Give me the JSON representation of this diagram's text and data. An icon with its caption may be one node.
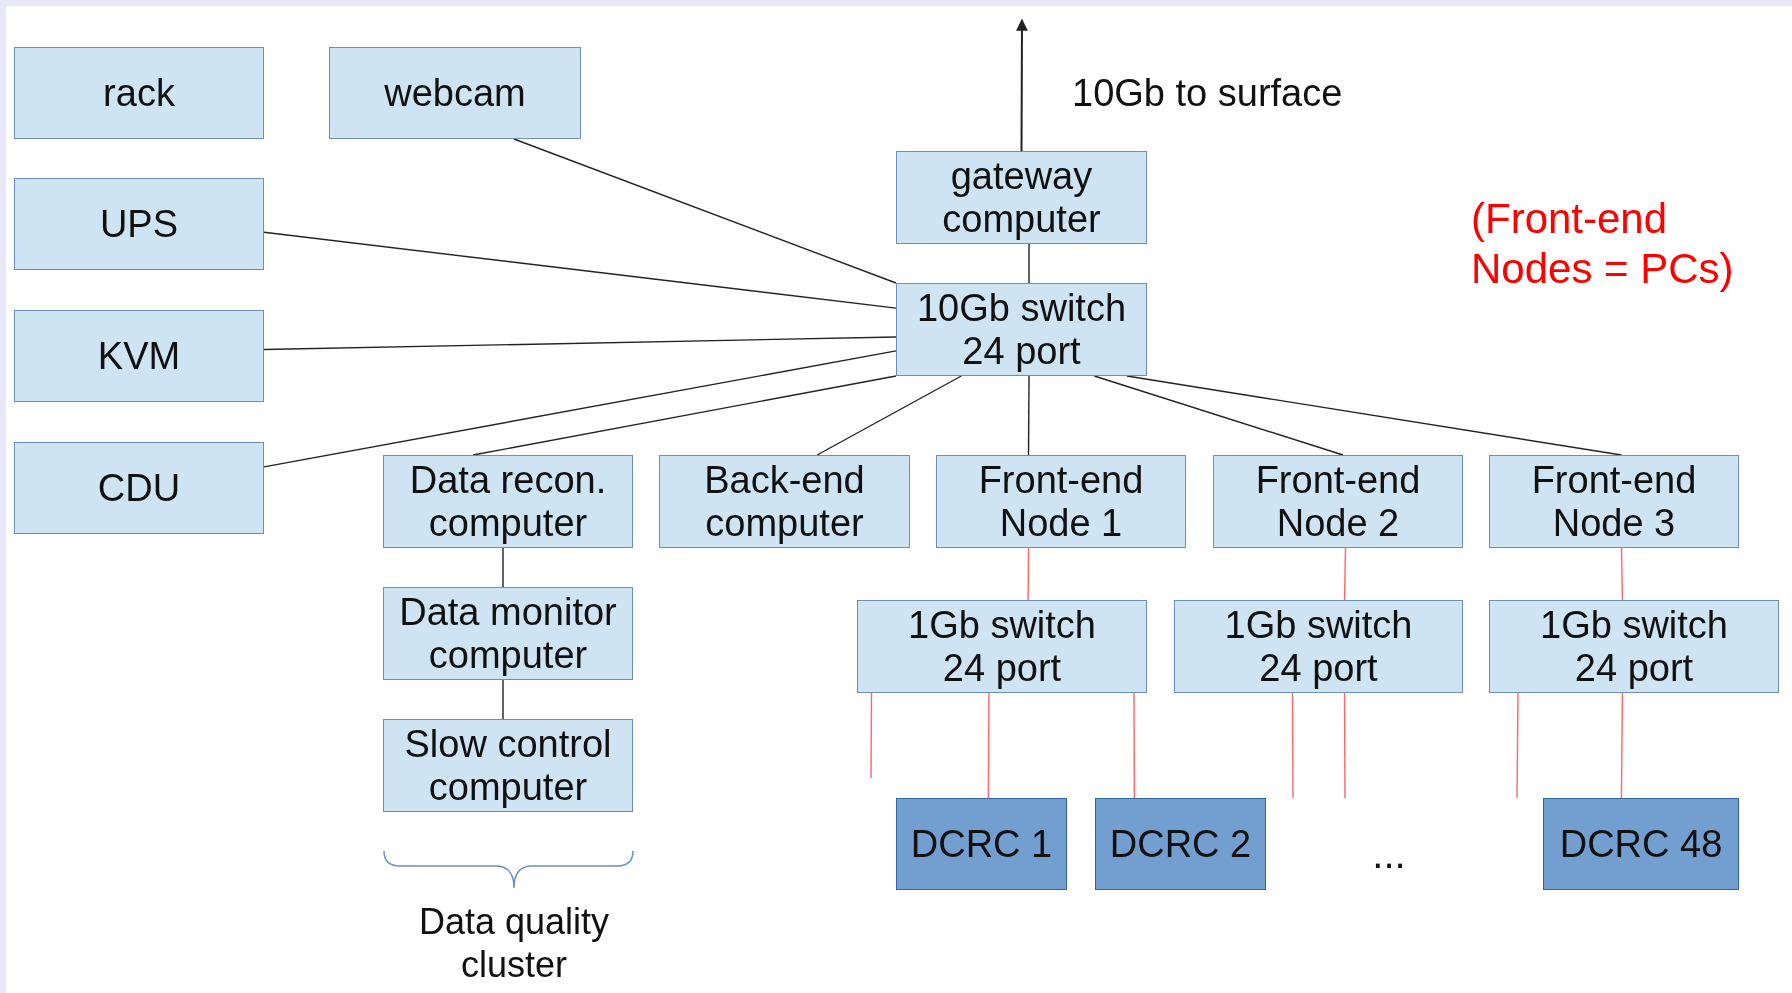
{
  "diagram": {
    "nodes": [
      {
        "text": [
          "rack"
        ]
      },
      {
        "text": [
          "webcam"
        ]
      },
      {
        "text": [
          "gateway computer"
        ]
      },
      {
        "text": [
          "UPS"
        ]
      },
      {
        "text": [
          "10Gb switch 24 port"
        ]
      },
      {
        "text": [
          "KVM"
        ]
      },
      {
        "text": [
          "CDU"
        ]
      },
      {
        "text": [
          "Data recon. computer"
        ]
      },
      {
        "text": [
          "Back-end computer"
        ]
      },
      {
        "text": [
          "Front-end Node 1"
        ]
      },
      {
        "text": [
          "Front-end Node 2"
        ]
      },
      {
        "text": [
          "Front-end Node 3"
        ]
      },
      {
        "text": [
          "Data monitor computer"
        ]
      },
      {
        "text": [
          "1Gb switch 24 port"
        ]
      },
      {
        "text": [
          "1Gb switch 24 port"
        ]
      },
      {
        "text": [
          "1Gb switch 24 port"
        ]
      },
      {
        "text": [
          "Slow control computer"
        ]
      },
      {
        "text": [
          "DCRC 1"
        ]
      },
      {
        "text": [
          "DCRC 2"
        ]
      },
      {
        "text": [
          "DCRC 48"
        ]
      }
    ],
    "edges": [
      {
        "from": 4,
        "to": 1,
        "arrow": "none"
      },
      {
        "from": 4,
        "to": 3,
        "arrow": "none"
      },
      {
        "from": 4,
        "to": 5,
        "arrow": "none"
      },
      {
        "from": 4,
        "to": 6,
        "arrow": "none"
      },
      {
        "from": 2,
        "to": 4,
        "arrow": "none"
      },
      {
        "from": 2,
        "to": null,
        "arrow": "to",
        "label": "10Gb to surface"
      },
      {
        "from": 4,
        "to": 7,
        "arrow": "none"
      },
      {
        "from": 4,
        "to": 8,
        "arrow": "none"
      },
      {
        "from": 4,
        "to": 9,
        "arrow": "none"
      },
      {
        "from": 4,
        "to": 10,
        "arrow": "none"
      },
      {
        "from": 4,
        "to": 11,
        "arrow": "none"
      },
      {
        "from": 7,
        "to": 12,
        "arrow": "none"
      },
      {
        "from": 12,
        "to": 16,
        "arrow": "none"
      },
      {
        "from": 9,
        "to": 13,
        "arrow": "none",
        "color": "#ff6666"
      },
      {
        "from": 10,
        "to": 14,
        "arrow": "none",
        "color": "#ff6666"
      },
      {
        "from": 11,
        "to": 15,
        "arrow": "none",
        "color": "#ff6666"
      },
      {
        "from": 13,
        "to": null,
        "arrow": "none",
        "color": "#ff6666"
      },
      {
        "from": 13,
        "to": 17,
        "arrow": "none",
        "color": "#ff6666"
      },
      {
        "from": 13,
        "to": 18,
        "arrow": "none",
        "color": "#ff6666"
      },
      {
        "from": 14,
        "to": null,
        "arrow": "none",
        "color": "#ff6666"
      },
      {
        "from": 14,
        "to": null,
        "arrow": "none",
        "color": "#ff6666"
      },
      {
        "from": 15,
        "to": null,
        "arrow": "none",
        "color": "#ff6666"
      },
      {
        "from": 15,
        "to": 19,
        "arrow": "none",
        "color": "#ff6666"
      }
    ],
    "labels": [
      "(Front-end Nodes = PCs)",
      "...",
      "Data quality cluster"
    ]
  }
}
